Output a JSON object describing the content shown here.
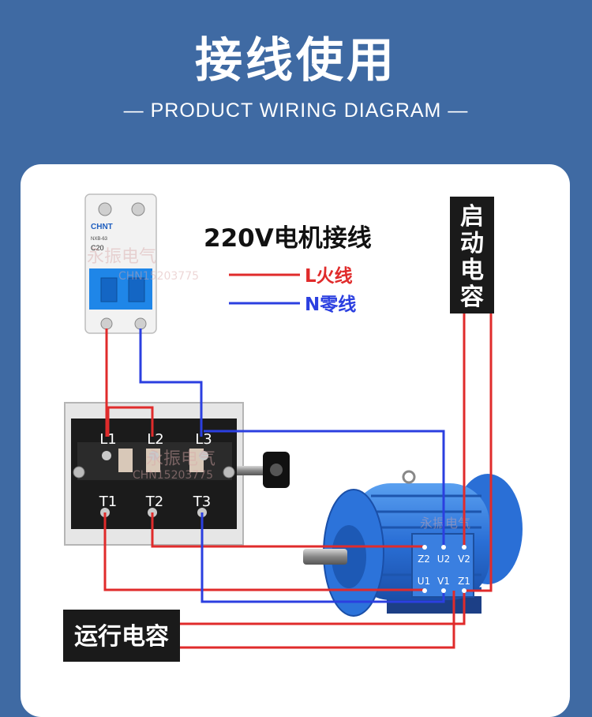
{
  "header": {
    "title": "接线使用",
    "subtitle": "— PRODUCT WIRING DIAGRAM —"
  },
  "diagram": {
    "title": "220V电机接线",
    "legend": [
      {
        "label": "L火线",
        "color": "#e02b2b"
      },
      {
        "label": "N零线",
        "color": "#2b3fe0"
      }
    ],
    "start_capacitor": [
      "启",
      "动",
      "电",
      "容"
    ],
    "run_capacitor": "运行电容",
    "breaker": {
      "brand": "CHNT",
      "model": "NXB-63",
      "rating": "C20"
    },
    "switch_terminals_top": [
      "L1",
      "L2",
      "L3"
    ],
    "switch_terminals_bottom": [
      "T1",
      "T2",
      "T3"
    ],
    "motor_terminals_top": [
      "Z2",
      "U2",
      "V2"
    ],
    "motor_terminals_bottom": [
      "U1",
      "V1",
      "Z1"
    ],
    "watermark": [
      "永振电气",
      "CHN15203775"
    ]
  },
  "colors": {
    "background": "#3f6aa3",
    "live": "#e02b2b",
    "neutral": "#2b3fe0",
    "motor": "#2a6fd6",
    "breaker_blue": "#1f86e8"
  }
}
